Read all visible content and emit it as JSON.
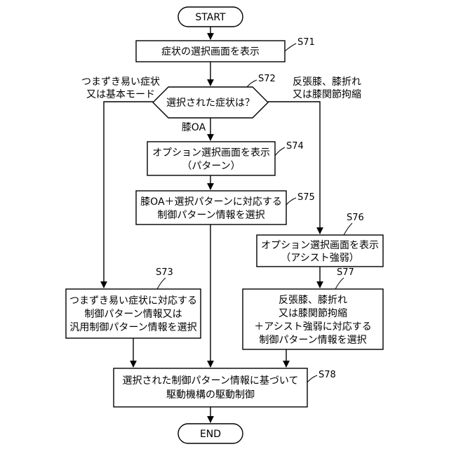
{
  "terminals": {
    "start": "START",
    "end": "END"
  },
  "steps": {
    "s71": {
      "id": "S71",
      "lines": [
        "症状の選択画面を表示"
      ]
    },
    "s72": {
      "id": "S72",
      "lines": [
        "選択された症状は？"
      ]
    },
    "s73": {
      "id": "S73",
      "lines": [
        "つまずき易い症状に対応する",
        "制御パターン情報又は",
        "汎用制御パターン情報を選択"
      ]
    },
    "s74": {
      "id": "S74",
      "lines": [
        "オプション選択画面を表示",
        "（パターン）"
      ]
    },
    "s75": {
      "id": "S75",
      "lines": [
        "膝OA＋選択パターンに対応する",
        "制御パターン情報を選択"
      ]
    },
    "s76": {
      "id": "S76",
      "lines": [
        "オプション選択画面を表示",
        "（アシスト強弱）"
      ]
    },
    "s77": {
      "id": "S77",
      "lines": [
        "反張膝、膝折れ",
        "又は膝関節拘縮",
        "＋アシスト強弱に対応する",
        "制御パターン情報を選択"
      ]
    },
    "s78": {
      "id": "S78",
      "lines": [
        "選択された制御パターン情報に基づいて",
        "駆動機構の駆動制御"
      ]
    }
  },
  "branches": {
    "left": [
      "つまずき易い症状",
      "又は基本モード"
    ],
    "middle": [
      "膝OA"
    ],
    "right": [
      "反張膝、膝折れ",
      "又は膝関節拘縮"
    ]
  }
}
